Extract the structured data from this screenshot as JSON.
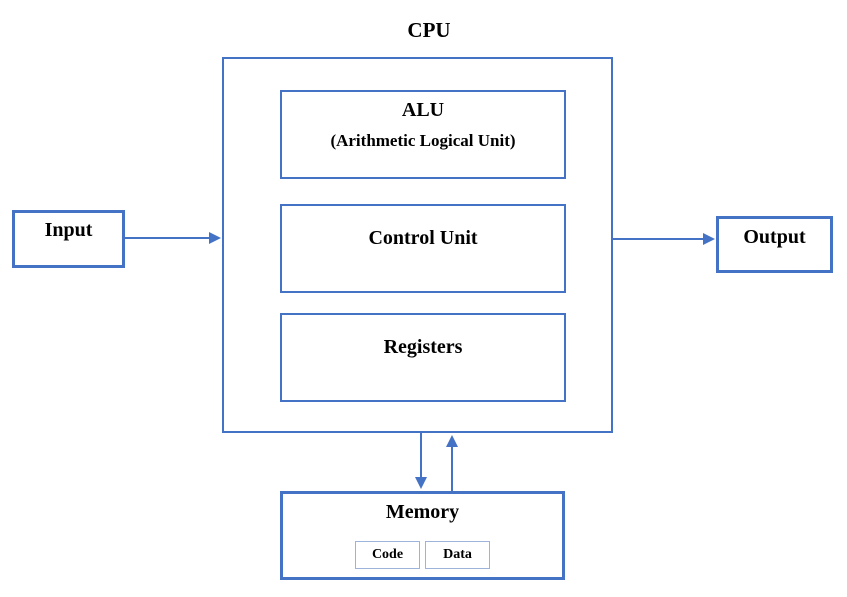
{
  "title": "CPU",
  "cpu": {
    "blocks": [
      {
        "label": "ALU",
        "sublabel": "(Arithmetic Logical Unit)"
      },
      {
        "label": "Control Unit"
      },
      {
        "label": "Registers"
      }
    ]
  },
  "input": {
    "label": "Input"
  },
  "output": {
    "label": "Output"
  },
  "memory": {
    "label": "Memory",
    "sections": [
      {
        "label": "Code"
      },
      {
        "label": "Data"
      }
    ]
  },
  "colors": {
    "box_border": "#4472C4",
    "small_box_border": "#9DB3D9",
    "arrow": "#4472C4",
    "text": "#000000",
    "background": "#FFFFFF"
  }
}
